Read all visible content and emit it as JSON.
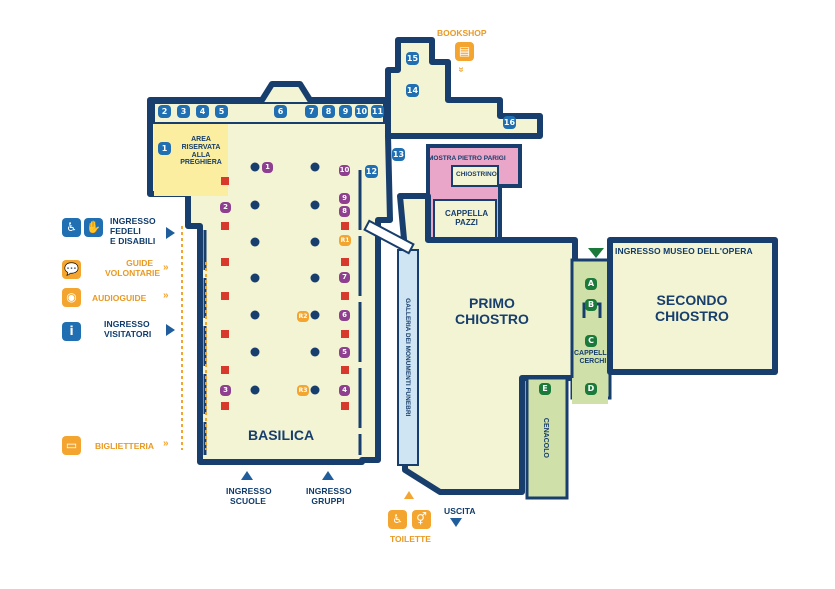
{
  "map": {
    "areas": {
      "basilica": "BASILICA",
      "primo_chiostro": [
        "PRIMO",
        "CHIOSTRO"
      ],
      "secondo_chiostro": [
        "SECONDO",
        "CHIOSTRO"
      ],
      "cappella_pazzi": [
        "CAPPELLA",
        "PAZZI"
      ],
      "mostra": "MOSTRA PIETRO PARIGI",
      "chiostrino": "CHIOSTRINO",
      "cappella_cerchi": [
        "CAPPELLA",
        "CERCHI"
      ],
      "cenacolo": "CENACOLO",
      "galleria": "GALLERIA DEI MONUMENTI FUNEBRI",
      "area_preghiera": [
        "AREA",
        "RISERVATA",
        "ALLA PREGHIERA"
      ]
    },
    "entrances": {
      "fedeli": [
        "INGRESSO",
        "FEDELI",
        "E DISABILI"
      ],
      "guide": [
        "GUIDE",
        "VOLONTARIE"
      ],
      "audioguide": "AUDIOGUIDE",
      "visitatori": [
        "INGRESSO",
        "VISITATORI"
      ],
      "biglietteria": "BIGLIETTERIA",
      "scuole": [
        "INGRESSO",
        "SCUOLE"
      ],
      "gruppi": [
        "INGRESSO",
        "GRUPPI"
      ],
      "uscita": "USCITA",
      "toilette": "TOILETTE",
      "bookshop": "BOOKSHOP",
      "museo": "INGRESSO MUSEO DELL'OPERA"
    },
    "chapel_numbers": {
      "north_row": [
        "2",
        "3",
        "4",
        "5",
        "6",
        "7",
        "8",
        "9",
        "10",
        "11"
      ],
      "one": "1",
      "twelve": "12",
      "thirteen": "13",
      "fourteen": "14",
      "fifteen": "15",
      "sixteen": "16"
    },
    "nave_markers": {
      "purple": [
        "1",
        "2",
        "3",
        "10",
        "9",
        "8",
        "7",
        "6",
        "5",
        "4"
      ],
      "orange": [
        "R1",
        "R2",
        "R3"
      ]
    },
    "museum_rooms": [
      "A",
      "B",
      "C",
      "D",
      "E"
    ],
    "colors": {
      "wall": "#173e6d",
      "floor": "#f3f4d4",
      "prayer": "#fbeea0",
      "pink": "#eaa6c8",
      "green": "#cfe1a8",
      "blue_light": "#cfe5f3",
      "accent_orange": "#f3a530",
      "accent_blue": "#1f6fb2"
    }
  }
}
